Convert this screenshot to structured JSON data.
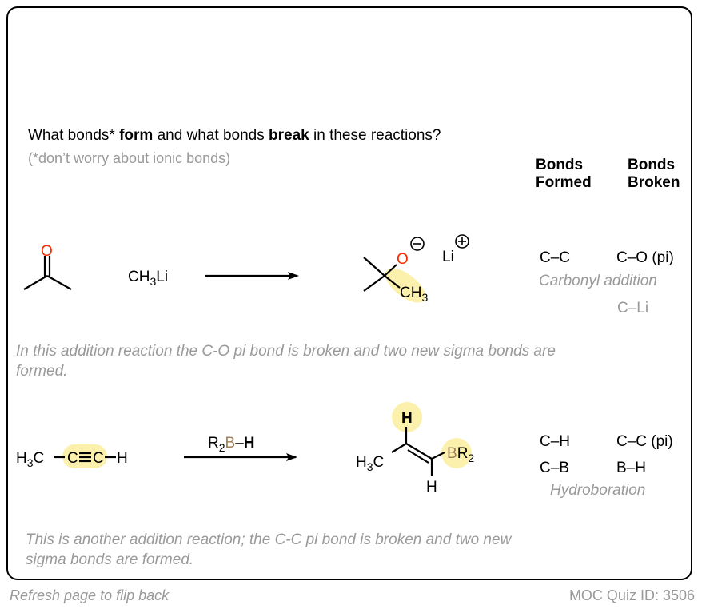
{
  "question": {
    "p1": "What bonds* ",
    "p2": "form",
    "p3": " and what bonds ",
    "p4": "break",
    "p5": " in these reactions?"
  },
  "note": "(*don’t worry about ionic bonds)",
  "headers": {
    "formed_1": "Bonds",
    "formed_2": "Formed",
    "broken_1": "Bonds",
    "broken_2": "Broken"
  },
  "reaction1": {
    "reactant_O": "O",
    "reagent": {
      "a": "CH",
      "sub": "3",
      "b": "Li"
    },
    "product": {
      "O": "O",
      "CH": "CH",
      "sub": "3",
      "Li": "Li"
    },
    "formed": [
      "C–C"
    ],
    "broken": [
      "C–O (pi)",
      "C–Li"
    ],
    "name": "Carbonyl addition",
    "explanation": [
      "In this addition reaction the C-O pi bond is broken and two new sigma bonds are",
      "formed."
    ]
  },
  "reaction2": {
    "reactant": {
      "H": "H",
      "sub": "3",
      "C1": "C",
      "C2": "C",
      "C3": "C",
      "H2": "H"
    },
    "reagent": {
      "R": "R",
      "sub": "2",
      "B": "B",
      "dash": "–",
      "H": "H"
    },
    "product": {
      "H_top": "H",
      "H3C_H": "H",
      "sub": "3",
      "H3C_C": "C",
      "B": "B",
      "R": "R",
      "Rsub": "2",
      "H_bottom": "H"
    },
    "formed": [
      "C–H",
      "C–B"
    ],
    "broken": [
      "C–C (pi)",
      "B–H"
    ],
    "name": "Hydroboration",
    "explanation": [
      "This is another addition reaction; the C-C pi bond is broken and two new",
      "sigma bonds are formed."
    ]
  },
  "footer": {
    "left": "Refresh page to flip back",
    "right": "MOC Quiz ID: 3506"
  },
  "colors": {
    "oxygen": "#ff2a00",
    "boron": "#a0825a",
    "highlight": "#fbef9e",
    "gray": "#999999"
  }
}
